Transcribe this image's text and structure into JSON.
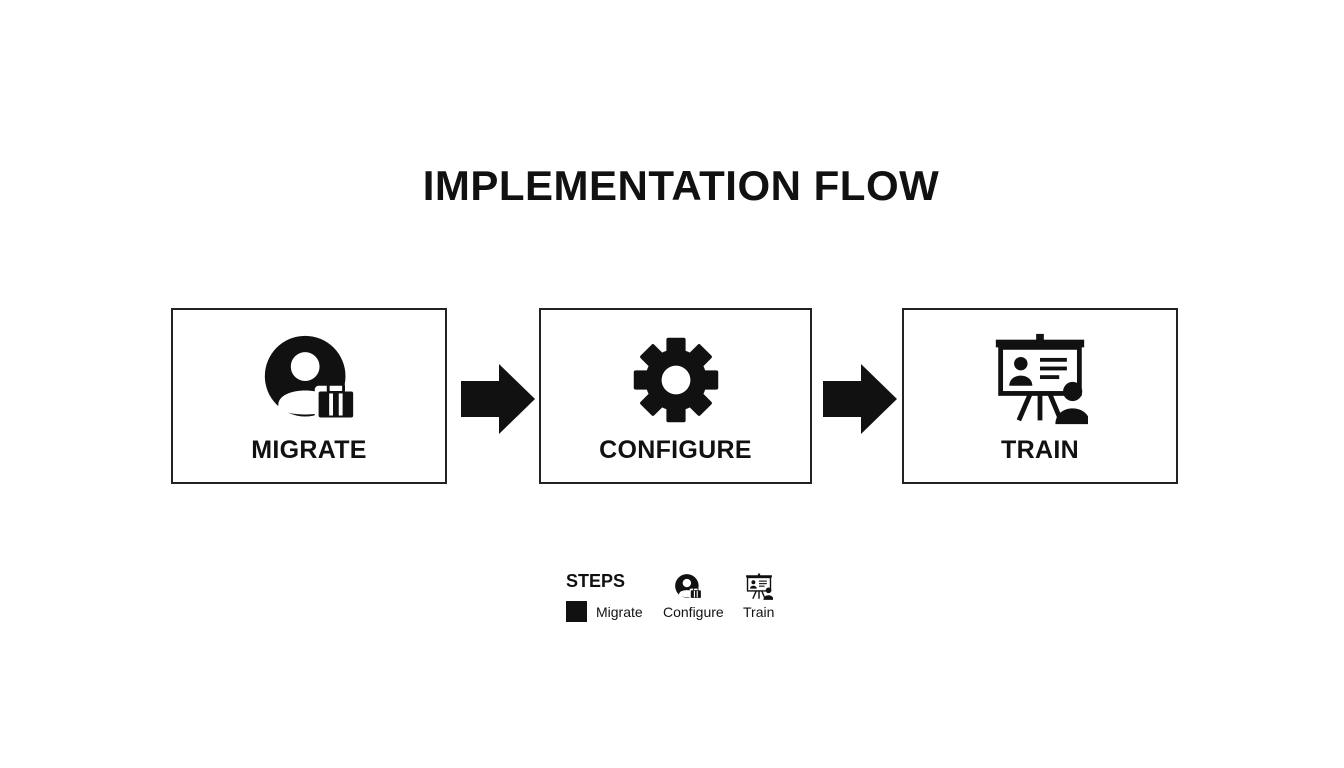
{
  "title": "IMPLEMENTATION FLOW",
  "steps": [
    {
      "label": "MIGRATE",
      "icon": "user-briefcase-icon"
    },
    {
      "label": "CONFIGURE",
      "icon": "gear-icon"
    },
    {
      "label": "TRAIN",
      "icon": "presentation-icon"
    }
  ],
  "legend": {
    "title": "STEPS",
    "items": [
      {
        "label": "Migrate",
        "icon": "black-square-swatch"
      },
      {
        "label": "Configure",
        "icon": "user-briefcase-icon"
      },
      {
        "label": "Train",
        "icon": "presentation-icon"
      }
    ]
  },
  "colors": {
    "ink": "#111111",
    "background": "#ffffff"
  }
}
